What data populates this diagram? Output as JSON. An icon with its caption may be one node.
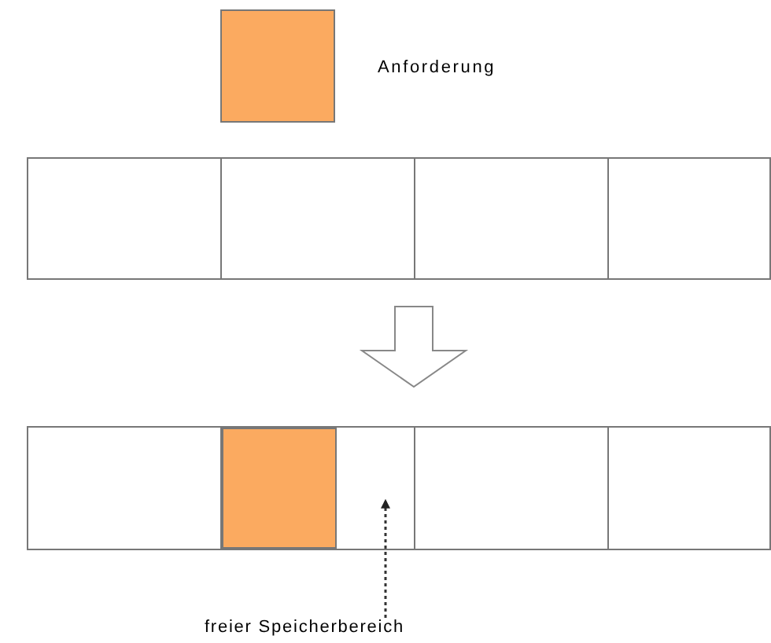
{
  "diagram": {
    "nodes": [
      {
        "text": [],
        "shape": "box",
        "beside": [
          "Anforderung"
        ]
      },
      {
        "text": [],
        "shape": "bar"
      },
      {
        "text": [],
        "shape": "box",
        "in": 1
      },
      {
        "text": [],
        "shape": "box",
        "in": 1
      },
      {
        "text": [],
        "shape": "box",
        "in": 1
      },
      {
        "text": [],
        "shape": "box",
        "in": 1
      },
      {
        "text": [],
        "shape": "bar"
      },
      {
        "text": [],
        "shape": "box",
        "in": 6
      },
      {
        "text": [],
        "shape": "box",
        "in": 6
      },
      {
        "text": [],
        "shape": "box",
        "in": 6
      },
      {
        "text": [],
        "shape": "box",
        "in": 6
      },
      {
        "text": [],
        "shape": "box",
        "in": 8
      },
      {
        "text": [
          "freier Speicherbereich"
        ]
      }
    ],
    "edges": [
      {
        "from": 1,
        "to": 6,
        "arrow": "to",
        "style": "thick"
      },
      {
        "from": 12,
        "to": 8,
        "arrow": "to",
        "style": "dashed"
      }
    ]
  }
}
